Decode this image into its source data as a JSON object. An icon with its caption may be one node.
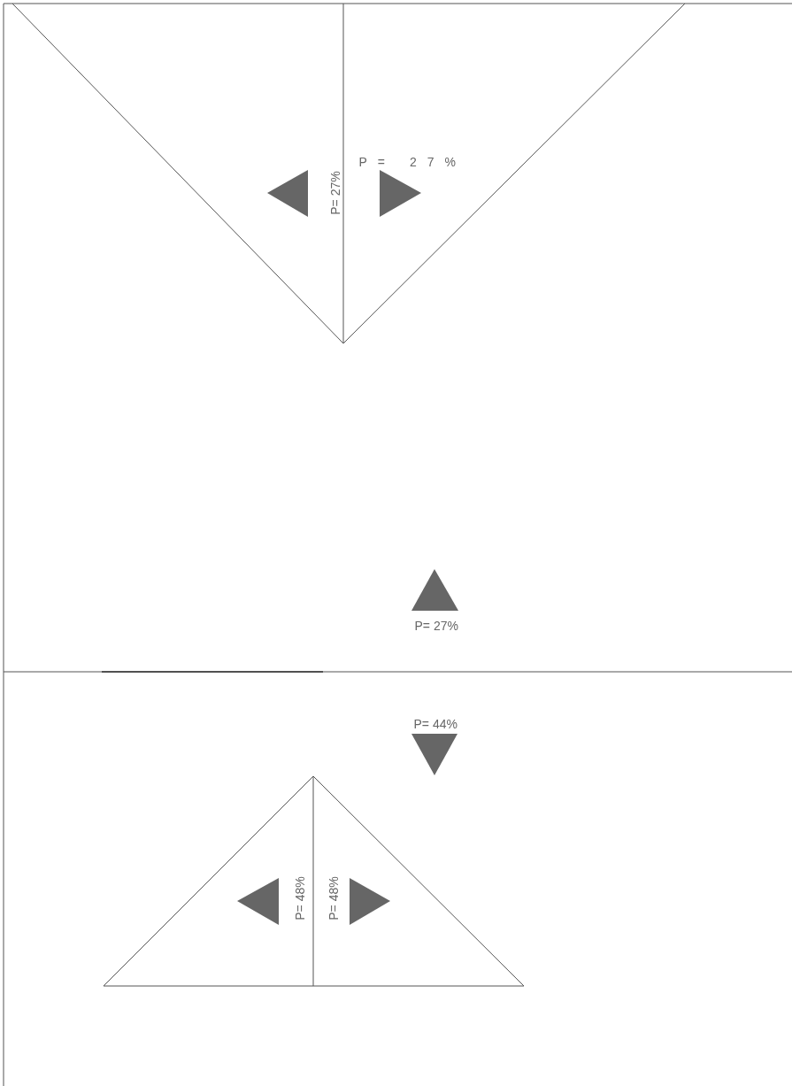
{
  "diagram": {
    "labels": [
      "P= 27%",
      "P= 27%",
      "P= 27%",
      "P= 44%",
      "P= 48%",
      "P= 48%"
    ]
  }
}
